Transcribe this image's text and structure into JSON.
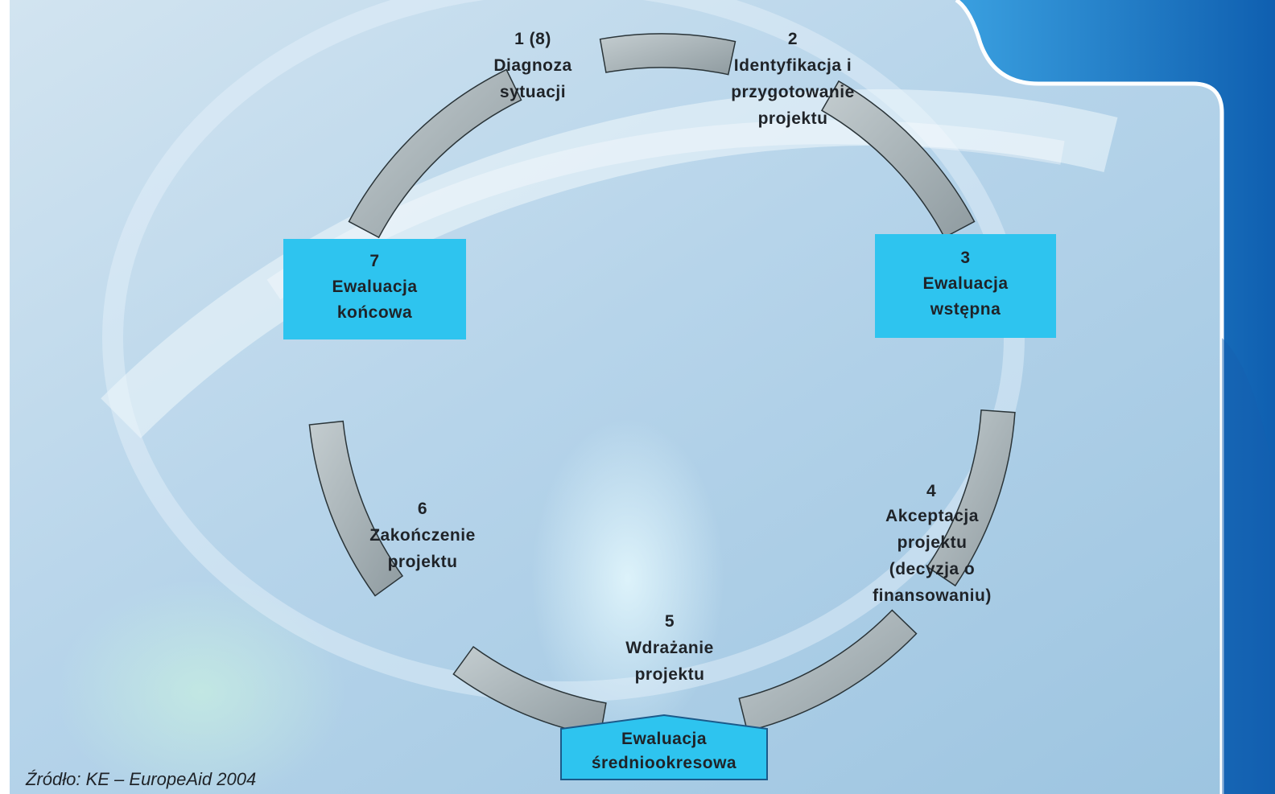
{
  "steps": [
    {
      "number": "1 (8)",
      "lines": [
        "Diagnoza",
        "sytuacji"
      ]
    },
    {
      "number": "2",
      "lines": [
        "Identyfikacja i",
        "przygotowanie",
        "projektu"
      ]
    },
    {
      "number": "3",
      "lines": [
        "Ewaluacja",
        "wstępna"
      ]
    },
    {
      "number": "4",
      "lines": [
        "Akceptacja",
        "projektu",
        "(decyzja o",
        "finansowaniu)"
      ]
    },
    {
      "number": "5",
      "lines": [
        "Wdrażanie",
        "projektu"
      ]
    },
    {
      "number": "6",
      "lines": [
        "Zakończenie",
        "projektu"
      ]
    },
    {
      "number": "7",
      "lines": [
        "Ewaluacja",
        "końcowa"
      ]
    }
  ],
  "mid_evaluation": {
    "lines": [
      "Ewaluacja",
      "średniookresowa"
    ]
  },
  "source": "Źródło: KE – EuropeAid 2004",
  "colors": {
    "phase_box": "#2ec4ef",
    "arc_fill": "#a8b4b8",
    "arc_stroke": "#2a3438",
    "text": "#1f2328",
    "panel_right": "#1f7fc8"
  }
}
